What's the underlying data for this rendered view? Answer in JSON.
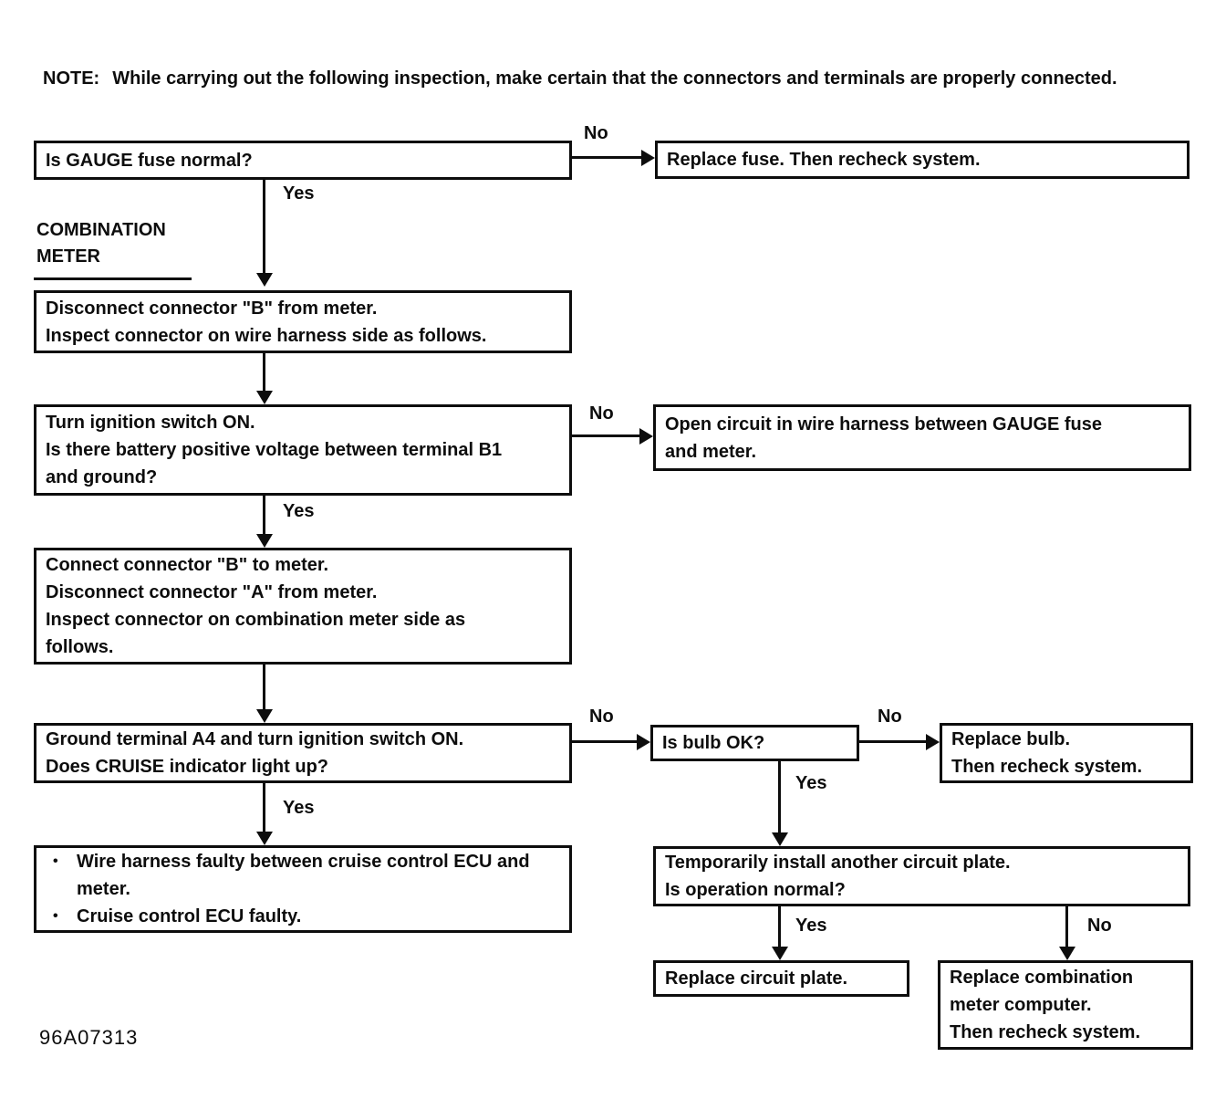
{
  "note": {
    "prefix": "NOTE:",
    "text": "While carrying out the following inspection, make certain that the connectors and terminals are properly connected."
  },
  "section_label": {
    "line1": "COMBINATION",
    "line2": "METER"
  },
  "edge_labels": {
    "yes": "Yes",
    "no": "No"
  },
  "bullet_char": "•",
  "figure_id": "96A07313",
  "nodes": {
    "gauge_fuse": {
      "lines": [
        "Is GAUGE fuse normal?"
      ]
    },
    "replace_fuse": {
      "lines": [
        "Replace fuse. Then recheck system."
      ]
    },
    "disconnect_b": {
      "lines": [
        "Disconnect connector \"B\" from meter.",
        "Inspect connector on wire harness side as follows."
      ]
    },
    "ignition_on": {
      "lines": [
        "Turn ignition switch ON.",
        "Is there battery positive voltage between terminal B1",
        "and ground?"
      ]
    },
    "open_circuit": {
      "lines": [
        "Open circuit in wire harness between GAUGE fuse",
        "and meter."
      ]
    },
    "connect_b": {
      "lines": [
        "Connect connector \"B\" to meter.",
        "Disconnect connector \"A\" from meter.",
        "Inspect connector on combination meter side as",
        "follows."
      ]
    },
    "ground_a4": {
      "lines": [
        "Ground terminal A4 and turn ignition switch ON.",
        "Does CRUISE indicator light up?"
      ]
    },
    "bulb_ok": {
      "lines": [
        "Is bulb OK?"
      ]
    },
    "replace_bulb": {
      "lines": [
        "Replace bulb.",
        "Then recheck system."
      ]
    },
    "conclusions": {
      "bullets": [
        "Wire harness faulty between cruise control ECU and meter.",
        "Cruise control ECU faulty."
      ]
    },
    "temp_plate": {
      "lines": [
        "Temporarily install another circuit plate.",
        "Is operation normal?"
      ]
    },
    "replace_plate": {
      "lines": [
        "Replace circuit plate."
      ]
    },
    "replace_computer": {
      "lines": [
        "Replace combination",
        "meter computer.",
        "Then recheck system."
      ]
    }
  }
}
